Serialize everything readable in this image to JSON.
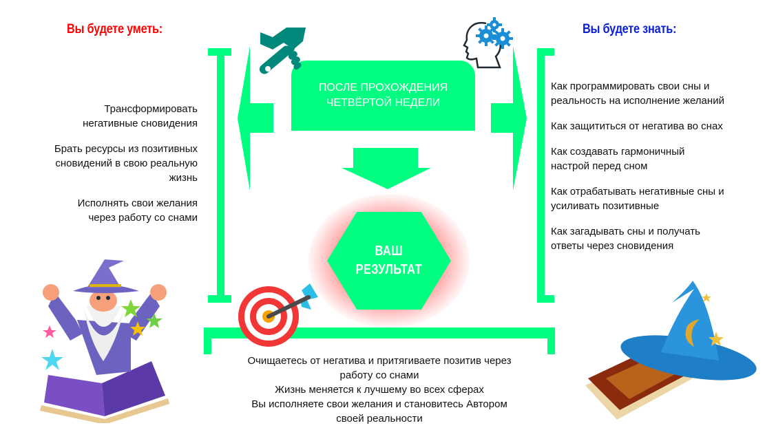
{
  "left_panel": {
    "heading": "Вы будете уметь:",
    "heading_color": "#ff0000",
    "items": [
      {
        "line1": "Трансформировать",
        "line2": "негативные сновидения",
        "line3": ""
      },
      {
        "line1": "Брать ресурсы из позитивных",
        "line2": "сновидений в свою реальную",
        "line3": "жизнь"
      },
      {
        "line1": "Исполнять свои желания",
        "line2": "через работу со снами",
        "line3": ""
      }
    ],
    "illustration": "wizard-with-open-book"
  },
  "right_panel": {
    "heading": "Вы будете знать:",
    "heading_color": "#0a1fd6",
    "items": [
      {
        "line1": "Как программировать свои сны и",
        "line2": "реальность на исполнение желаний"
      },
      {
        "line1": "Как защититься от негатива во снах",
        "line2": ""
      },
      {
        "line1": "Как создавать гармоничный",
        "line2": "настрой перед сном"
      },
      {
        "line1": "Как отрабатывать негативные сны и",
        "line2": "усиливать позитивные"
      },
      {
        "line1": "Как загадывать сны и получать",
        "line2": "ответы через сновидения"
      }
    ],
    "illustration": "wizard-hat-on-book"
  },
  "center": {
    "box_line1": "ПОСЛЕ ПРОХОЖДЕНИЯ",
    "box_line2": "ЧЕТВЁРТОЙ НЕДЕЛИ",
    "result_line1": "ВАШ",
    "result_line2": "РЕЗУЛЬТАТ",
    "icons": {
      "left": "hand-wrench-icon",
      "right": "head-gears-icon",
      "bottom": "target-arrow-icon"
    }
  },
  "bottom": {
    "lines": [
      "Очищаетесь от негатива и притягиваете позитив через",
      "работу со снами",
      "Жизнь меняется к лучшему во всех сферах",
      "Вы исполняете свои желания и становитесь Автором",
      "своей реальности"
    ]
  },
  "colors": {
    "accent_green": "#00ff80",
    "icon_teal": "#00897b",
    "gear_blue": "#1a8fd6",
    "glow_red": "#ff3c3c",
    "text": "#111111"
  }
}
